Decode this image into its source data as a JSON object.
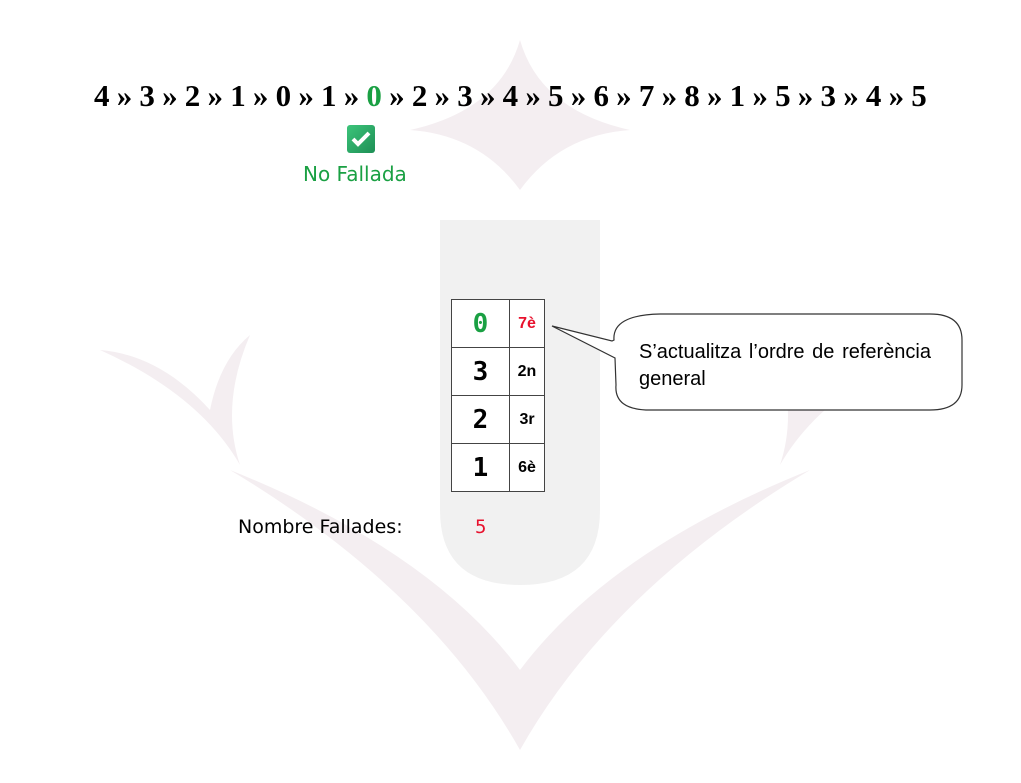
{
  "sequence": {
    "items": [
      "4",
      "3",
      "2",
      "1",
      "0",
      "1",
      "0",
      "2",
      "3",
      "4",
      "5",
      "6",
      "7",
      "8",
      "1",
      "5",
      "3",
      "4",
      "5"
    ],
    "highlight_index": 6,
    "separator": "»"
  },
  "result": {
    "icon": "checkbox-checked-icon",
    "label": "No Fallada"
  },
  "frames": [
    {
      "page": "0",
      "order": "7è",
      "highlight": true
    },
    {
      "page": "3",
      "order": "2n",
      "highlight": false
    },
    {
      "page": "2",
      "order": "3r",
      "highlight": false
    },
    {
      "page": "1",
      "order": "6è",
      "highlight": false
    }
  ],
  "callout": {
    "text": "S’actualitza l’ordre de referència general"
  },
  "faults": {
    "label": "Nombre Fallades:",
    "value": "5"
  },
  "colors": {
    "hit": "#1aa043",
    "fault": "#e8112d",
    "watermark": "#f3eef1"
  }
}
